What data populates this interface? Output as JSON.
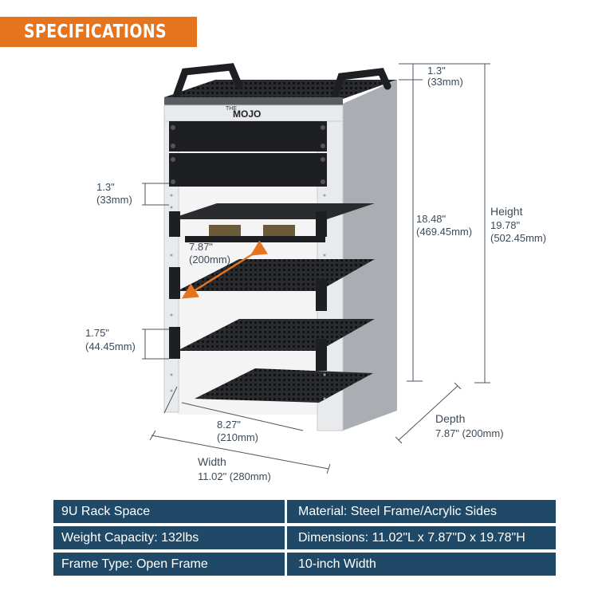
{
  "banner": {
    "title": "SPECIFICATIONS"
  },
  "product": {
    "brand_small": "THE",
    "brand": "MOJO"
  },
  "dimensions": {
    "top_gap": {
      "inch": "1.3\"",
      "mm": "(33mm)"
    },
    "rail_gap": {
      "inch": "1.3\"",
      "mm": "(33mm)"
    },
    "shelf_depth": {
      "inch": "7.87\"",
      "mm": "(200mm)"
    },
    "shelf_spacing": {
      "inch": "1.75\"",
      "mm": "(44.45mm)"
    },
    "inner_height": {
      "inch": "18.48\"",
      "mm": "(469.45mm)"
    },
    "height": {
      "label": "Height",
      "inch": "19.78\"",
      "mm": "(502.45mm)"
    },
    "depth": {
      "label": "Depth",
      "value": "7.87\" (200mm)"
    },
    "inner_width": {
      "inch": "8.27\"",
      "mm": "(210mm)"
    },
    "width": {
      "label": "Width",
      "value": "11.02\" (280mm)"
    }
  },
  "specs": [
    "9U Rack Space",
    "Material: Steel Frame/Acrylic Sides",
    "Weight Capacity: 132lbs",
    "Dimensions: 11.02\"L x 7.87\"D x 19.78\"H",
    "Frame Type: Open Frame",
    "10-inch Width"
  ],
  "colors": {
    "banner": "#e5741f",
    "spec_cell": "#1f4967",
    "frame": "#e9eaec",
    "panel": "#1e1f22",
    "acrylic": "#8a8f94",
    "dimension_line": "#4a5562",
    "arrow": "#e5741f"
  }
}
